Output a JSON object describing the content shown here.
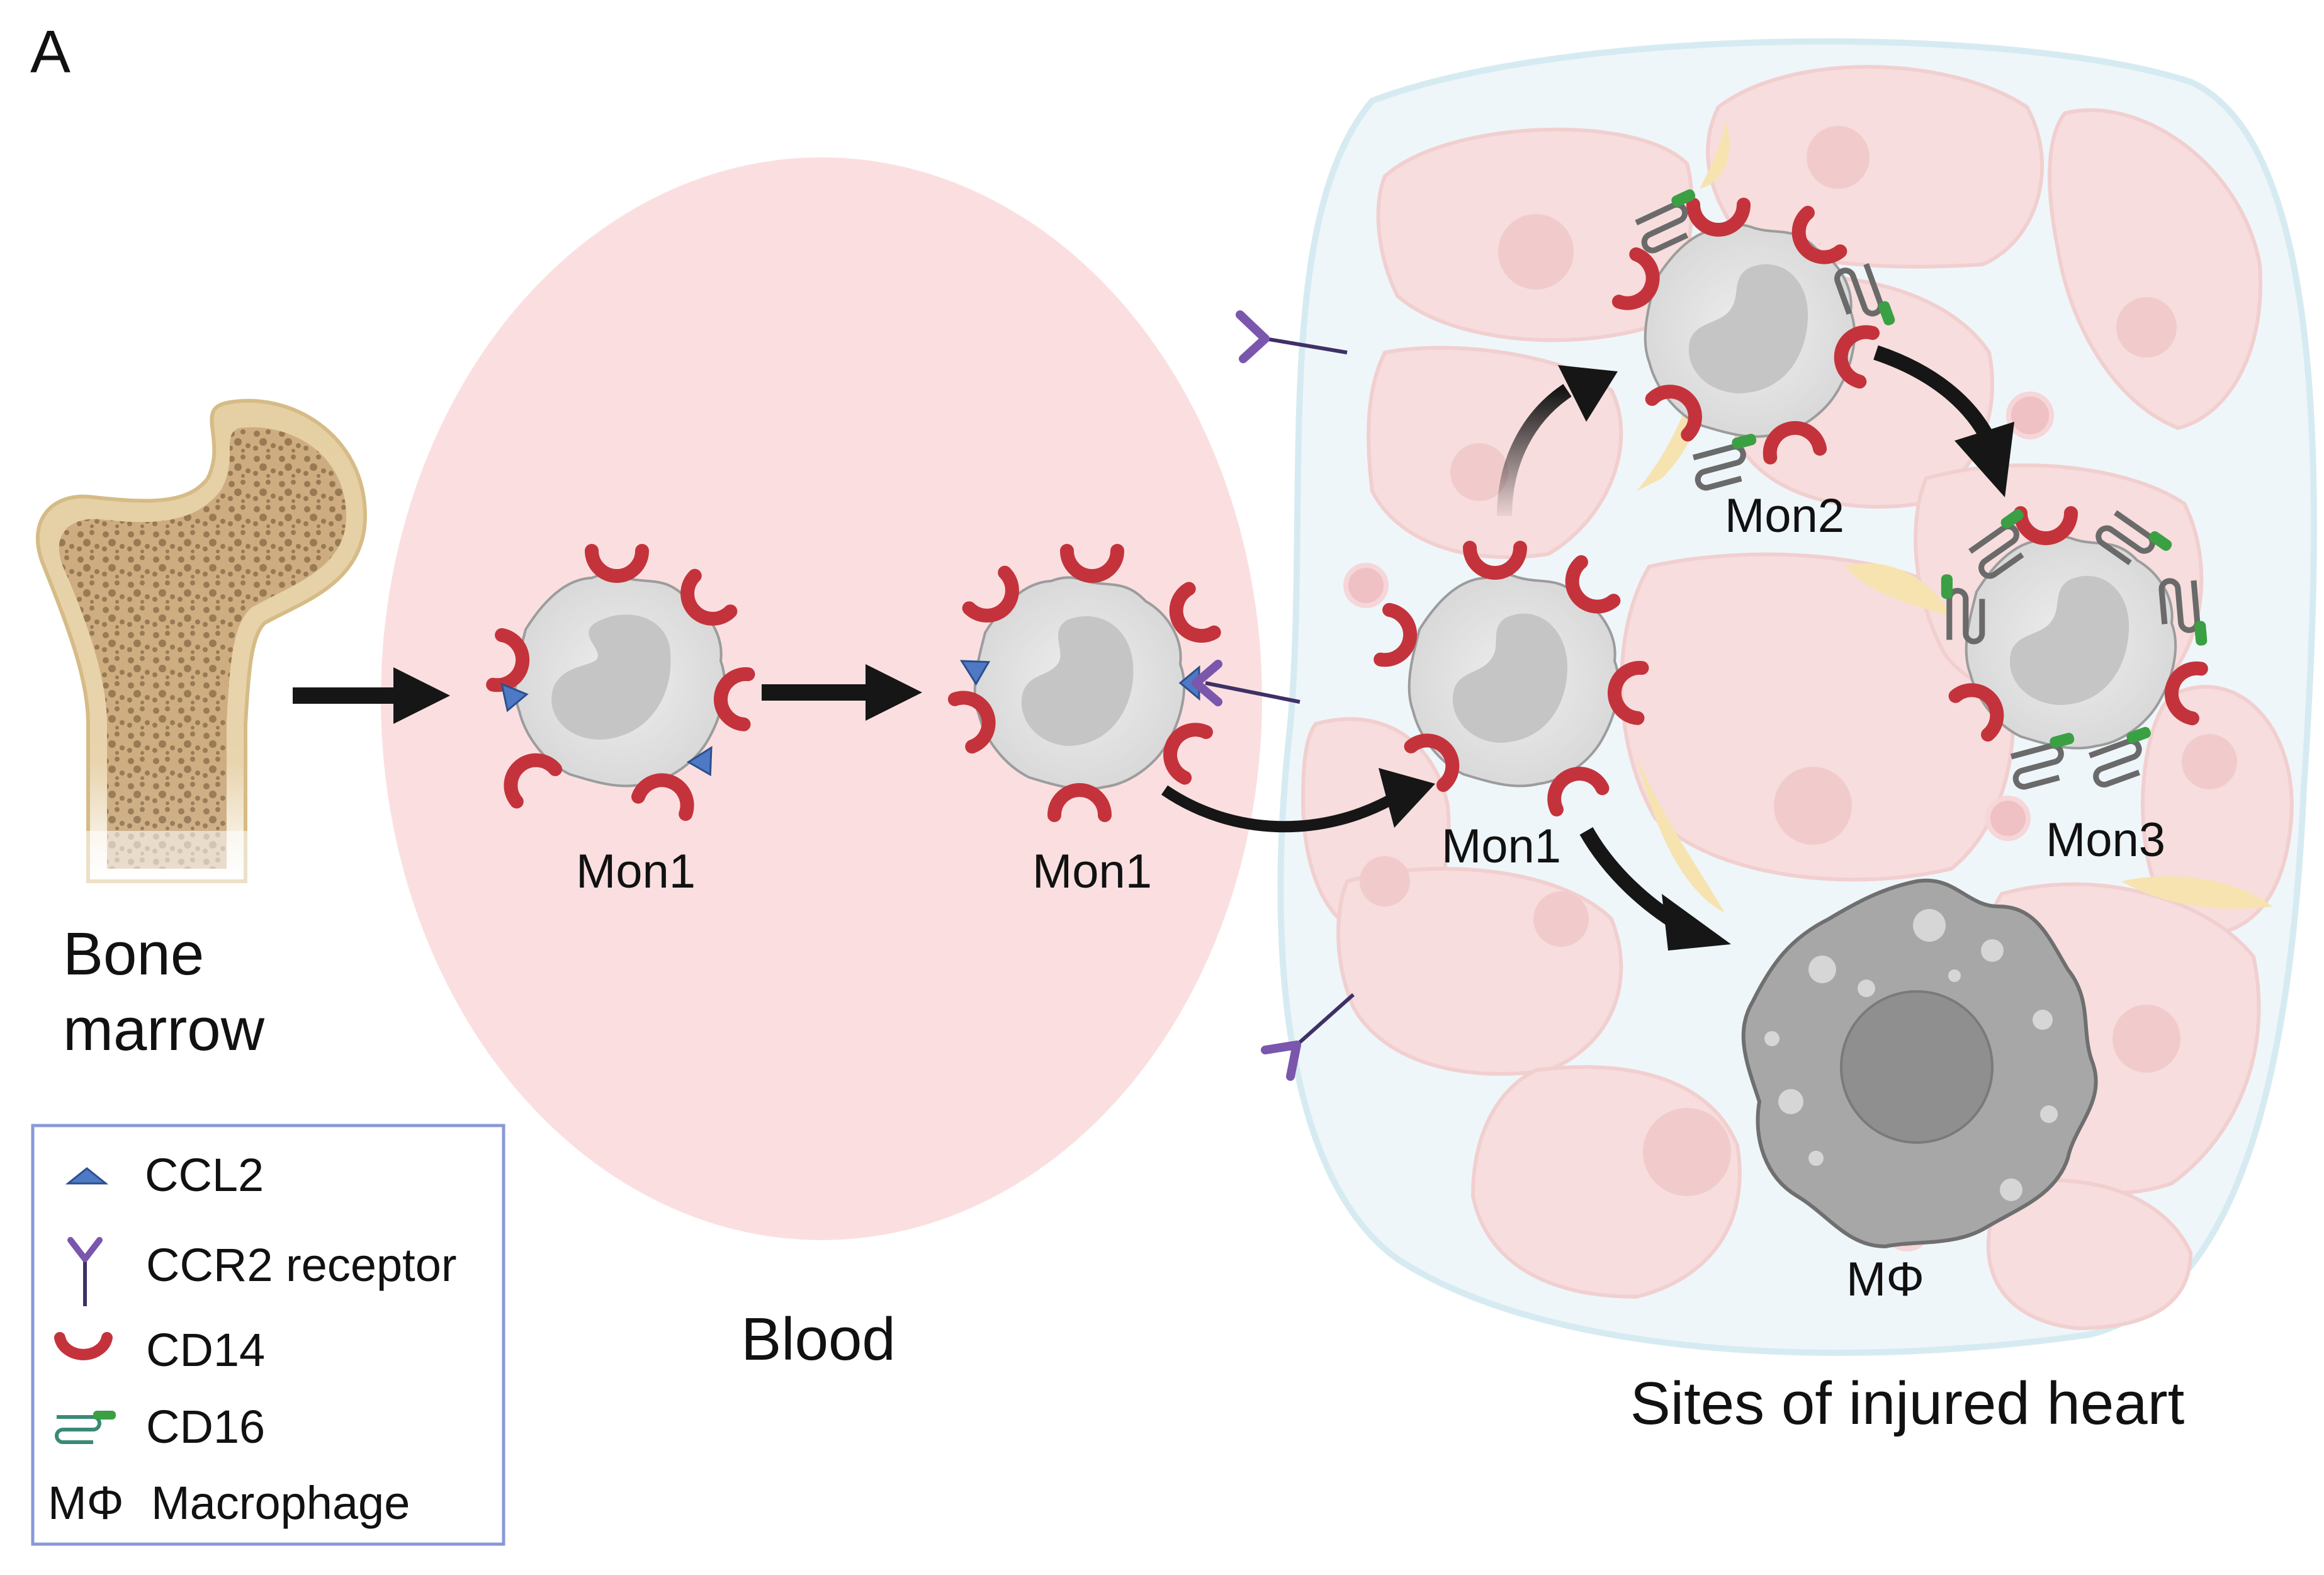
{
  "panel_label": "A",
  "sections": {
    "bone_marrow": [
      "Bone",
      "marrow"
    ],
    "blood": "Blood",
    "heart": "Sites of injured heart"
  },
  "cells": {
    "mon1_blood_a": "Mon1",
    "mon1_blood_b": "Mon1",
    "mon1_heart": "Mon1",
    "mon2": "Mon2",
    "mon3": "Mon3",
    "macrophage": "MΦ"
  },
  "legend": {
    "items": [
      {
        "symbol": "ccl2-triangle",
        "label": "CCL2"
      },
      {
        "symbol": "ccr2-receptor",
        "label": "CCR2 receptor"
      },
      {
        "symbol": "cd14-arc",
        "label": "CD14"
      },
      {
        "symbol": "cd16-hook",
        "label": "CD16"
      }
    ],
    "macrophage_abbrev": "MΦ",
    "macrophage_label": "Macrophage"
  },
  "colors": {
    "blood_fill": "#fbdfe0",
    "tissue_fill": "#f7dddd",
    "tissue_outline": "#d6ebf1",
    "cd14": "#c4333b",
    "ccl2": "#4e79c4",
    "ccr2": "#6b4a9a",
    "cd16_green": "#3aa043",
    "legend_border": "#8899d6",
    "bone": "#e9d7b0",
    "arrow": "#161616"
  }
}
